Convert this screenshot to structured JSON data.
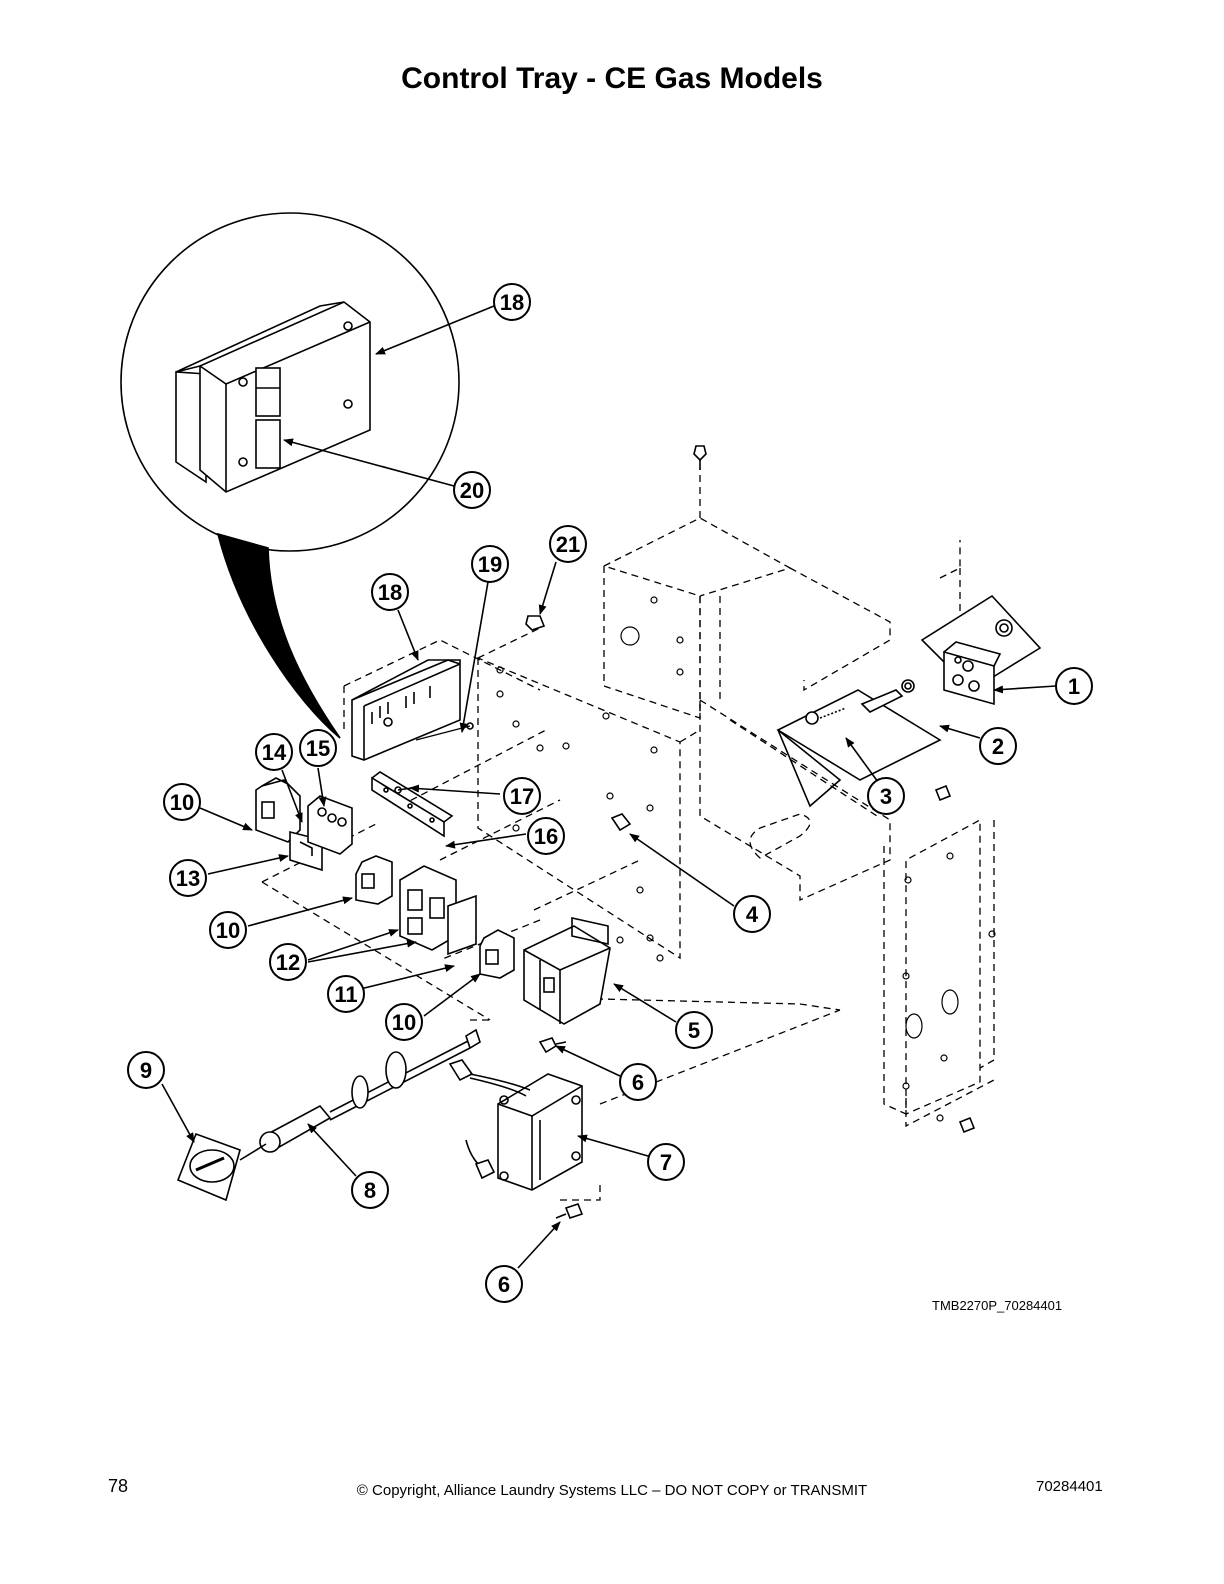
{
  "title": "Control Tray - CE Gas Models",
  "drawing_id": "TMB2270P_70284401",
  "footer": {
    "page_number": "78",
    "copyright": "© Copyright, Alliance Laundry Systems LLC – DO NOT COPY or TRANSMIT",
    "doc_number": "70284401"
  },
  "callouts": [
    "18",
    "20",
    "21",
    "19",
    "18",
    "1",
    "2",
    "3",
    "14",
    "15",
    "10",
    "17",
    "16",
    "13",
    "4",
    "10",
    "12",
    "11",
    "10",
    "5",
    "9",
    "6",
    "8",
    "7",
    "6"
  ]
}
